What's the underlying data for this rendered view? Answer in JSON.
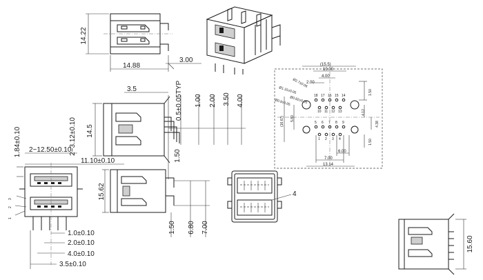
{
  "dims": {
    "d1422": "14.22",
    "d1488": "14.88",
    "d300": "3.00",
    "d05typ": "0.5±0.05TYP",
    "d35": "3.5",
    "d100": "1.00",
    "d200": "2.00",
    "d350": "3.50",
    "d400": "4.00",
    "d145": "14.5",
    "d312": "2~3.12±0.10",
    "d184": "1.84±0.10",
    "d1250": "2~12.50±0.10",
    "d1110": "11.10±0.10",
    "d1562": "15.62",
    "d150a": "1.50",
    "d150b": "1.50",
    "d680": "6.80",
    "d700": "7.00",
    "d10tol": "1.0±0.10",
    "d20tol": "2.0±0.10",
    "d40tol": "4.0±0.10",
    "d35tol": "3.5±0.10",
    "d1560": "15.60",
    "callout4": "4"
  },
  "pcb": {
    "w155": "(15.5)",
    "w1000": "10.00",
    "w400": "4.00",
    "w200": "2.00",
    "phi27": "Ø2.7±0.06",
    "phi115": "Ø1.15±0.05",
    "phi092": "Ø0.92±0.05",
    "phi09": "Ø0.9±0.05",
    "h150top": "1.50",
    "h1667": "(16.67)",
    "h580": "5.80",
    "h412": "4.12",
    "h438": "4.38",
    "h150bot": "1.50",
    "w600": "6.00",
    "w700": "7.00",
    "w1314": "13.14",
    "pinsTop": [
      "18",
      "17",
      "16",
      "15",
      "14",
      "10",
      "11",
      "12",
      "13"
    ],
    "pinsBot": [
      "5",
      "6",
      "7",
      "8",
      "9",
      "1",
      "2",
      "3",
      "4"
    ]
  }
}
